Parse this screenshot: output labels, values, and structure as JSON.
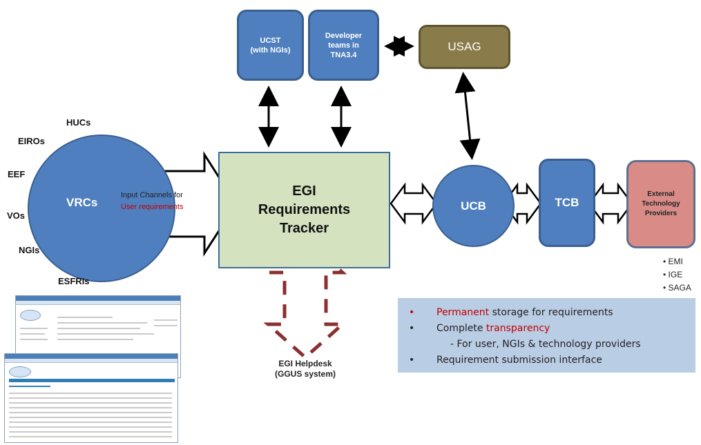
{
  "diagram": {
    "nodes": {
      "ucst": {
        "line1": "UCST",
        "line2": "(with NGIs)"
      },
      "developer_teams": {
        "line1": "Developer",
        "line2": "teams in",
        "line3": "TNA3.4"
      },
      "usag": "USAG",
      "vrcs": "VRCs",
      "tracker": {
        "line1": "EGI",
        "line2": "Requirements",
        "line3": "Tracker"
      },
      "ucb": "UCB",
      "tcb": "TCB",
      "external": {
        "line1": "External",
        "line2": "Technology",
        "line3": "Providers"
      },
      "helpdesk": {
        "line1": "EGI Helpdesk",
        "line2": "(GGUS system)"
      }
    },
    "vrc_groups": [
      "HUCs",
      "EIROs",
      "EEF",
      "VOs",
      "NGIs",
      "ESFRIs"
    ],
    "input_channels": {
      "line1": "Input Channels for",
      "line2": "User requirements"
    },
    "providers": [
      "EMI",
      "IGE",
      "SAGA"
    ],
    "infobox": {
      "bullet": "•",
      "item1_highlight": "Permanent",
      "item1_rest": " storage for requirements",
      "item2_prefix": "Complete ",
      "item2_highlight": "transparency",
      "item3": "- For user, NGIs & technology providers",
      "item4": "Requirement submission interface"
    },
    "colors": {
      "node_blue": "#4f7fbf",
      "usag": "#8a7b4a",
      "tracker": "#d4e2bf",
      "external": "#d98b88",
      "helpdesk_arrow": "#8b2f2f",
      "highlight_red": "#c00000",
      "infobox": "#b9cde5"
    }
  }
}
